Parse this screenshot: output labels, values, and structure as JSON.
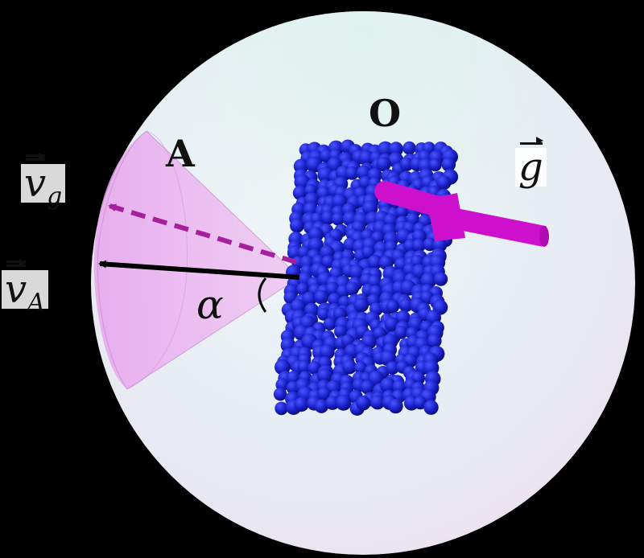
{
  "labels": {
    "origin": "O",
    "cone": "A",
    "gravity_symbol": "g",
    "vg_symbol": "v",
    "vg_subscript": "g",
    "va_symbol": "v",
    "va_subscript": "A",
    "angle": "α"
  },
  "colors": {
    "sphere": "#e6eef4",
    "cone": "#e9a2ec",
    "particles": "#1a22c8",
    "gravity_arrow": "#cc10cc",
    "vg_arrow": "#a4209c",
    "va_arrow": "#000000"
  },
  "icons": {
    "gravity": "gravity-vector-arrow",
    "vg": "dashed-arrow",
    "va": "solid-arrow"
  }
}
